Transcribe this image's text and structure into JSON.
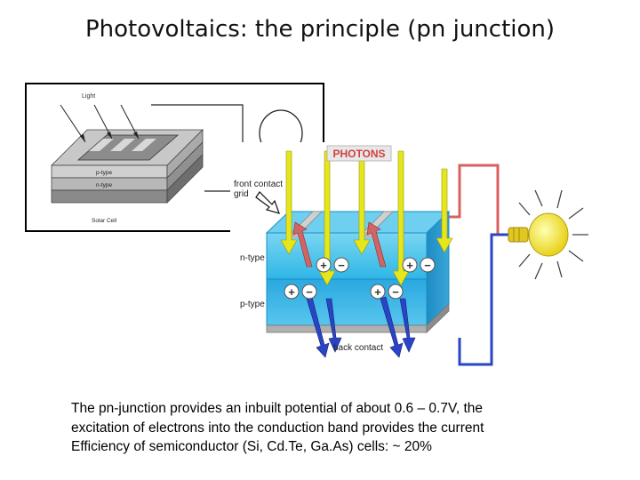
{
  "slide": {
    "title": "Photovoltaics: the principle (pn junction)"
  },
  "left_figure": {
    "light_label": "Light",
    "p_type_label": "p-type",
    "n_type_label": "n-type",
    "caption": "Solar Cell"
  },
  "right_figure": {
    "photons_label": "PHOTONS",
    "front_contact_label_line1": "front contact",
    "front_contact_label_line2": "grid",
    "n_type_label": "n-type",
    "p_type_label": "p-type",
    "back_contact_label": "back contact",
    "plus_symbol": "+",
    "minus_symbol": "−"
  },
  "caption": {
    "line1": "The pn-junction provides an inbuilt potential of about 0.6 – 0.7V, the",
    "line2": "excitation of electrons into the conduction band provides the current",
    "line3": "Efficiency of semiconductor (Si, Cd.Te, Ga.As) cells: ~ 20%"
  },
  "colors": {
    "n_layer": "#2fb6e6",
    "p_layer": "#1aa0dc",
    "photon_arrow": "#e6e61a",
    "electron_arrow": "#2a44c8",
    "hole_arrow": "#d26464",
    "wire_top": "#d96060",
    "wire_bottom": "#2a44c8",
    "bulb": "#f2e23a"
  }
}
